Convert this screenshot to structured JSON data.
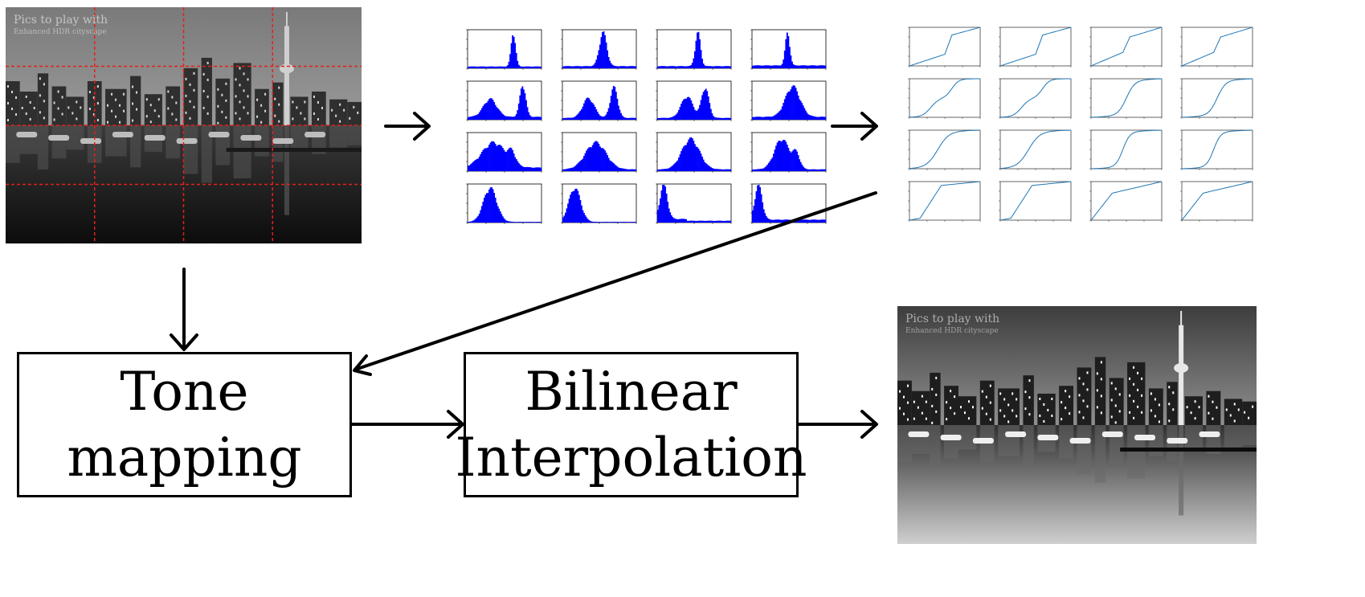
{
  "diagram": {
    "boxes": {
      "tone_mapping": [
        "Tone",
        "mapping"
      ],
      "bilinear_interpolation": [
        "Bilinear",
        "Interpolation"
      ]
    },
    "input_image": {
      "watermark_title": "Pics to play with",
      "watermark_sub": "Enhanced HDR cityscape",
      "grid": {
        "rows": 4,
        "cols": 4,
        "line_color": "#e32119"
      }
    },
    "output_image": {
      "watermark_title": "Pics to play with",
      "watermark_sub": "Enhanced HDR cityscape"
    },
    "histograms": {
      "bar_color": "#0000ff",
      "shapes": [
        "spike-right",
        "spike-mid",
        "spike-mid-narrow",
        "spike-mid-thin",
        "bimodal-right",
        "bimodal-center",
        "bimodal-center-wide",
        "broad-right",
        "broad-left",
        "broad-mid",
        "broad-mid-tall",
        "broad-right-tall",
        "low-left",
        "low-left-narrow",
        "low-far-left",
        "low-far-left-spike"
      ]
    },
    "curves": {
      "line_color": "#1f77b4",
      "shapes": [
        "kink-high",
        "kink-high",
        "kink-mid",
        "kink-mid",
        "s-double",
        "s-double",
        "s-late",
        "s-late",
        "s-smooth",
        "s-smooth",
        "s-step",
        "s-step",
        "sat-early",
        "sat-early",
        "sat-mid",
        "sat-mid"
      ]
    },
    "colors": {
      "stroke": "#000000",
      "background": "#ffffff"
    }
  }
}
